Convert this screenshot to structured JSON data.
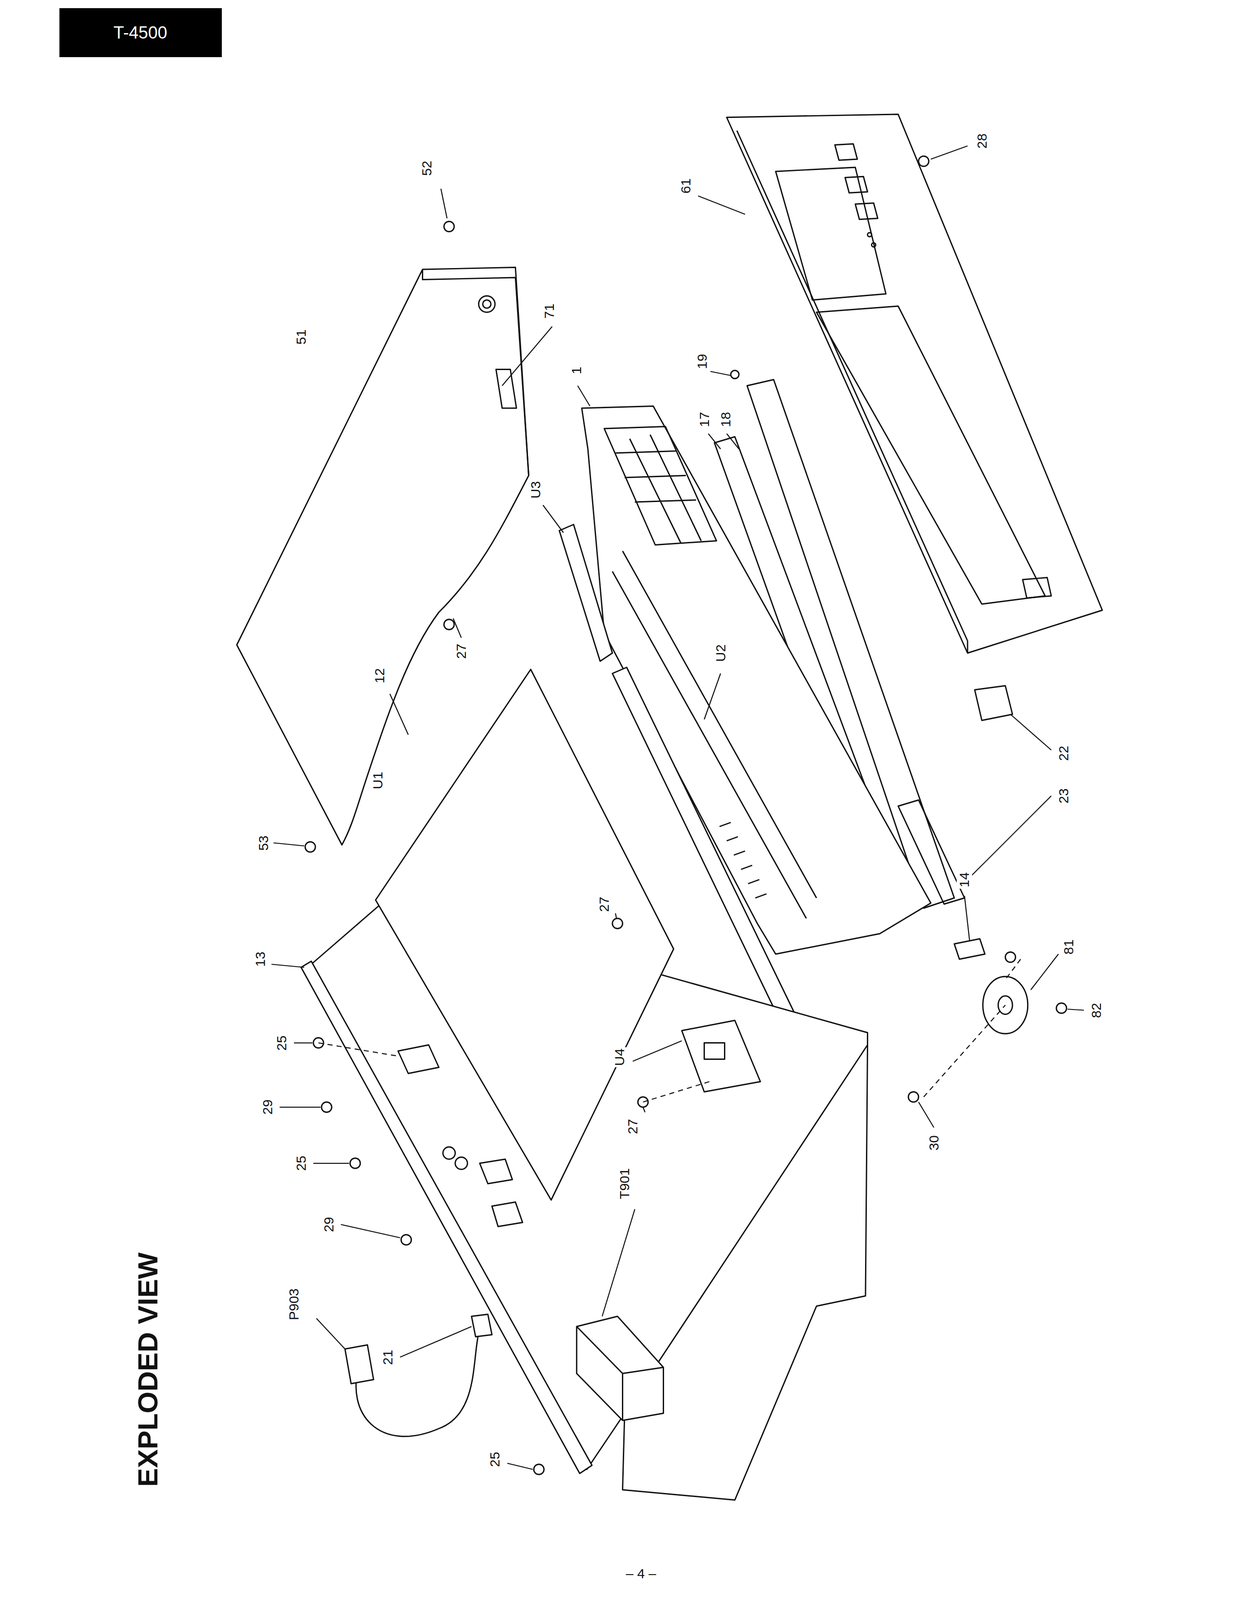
{
  "diagram": {
    "title": "EXPLODED VIEW",
    "labels": [
      "T-4500",
      "52",
      "28",
      "61",
      "71",
      "51",
      "1",
      "19",
      "17",
      "18",
      "U3",
      "27",
      "53",
      "12",
      "U1",
      "U2",
      "22",
      "23",
      "13",
      "25",
      "29",
      "25",
      "29",
      "27",
      "14",
      "81",
      "82",
      "U4",
      "27",
      "30",
      "T901",
      "P903",
      "21",
      "25",
      "– 4 –"
    ]
  }
}
